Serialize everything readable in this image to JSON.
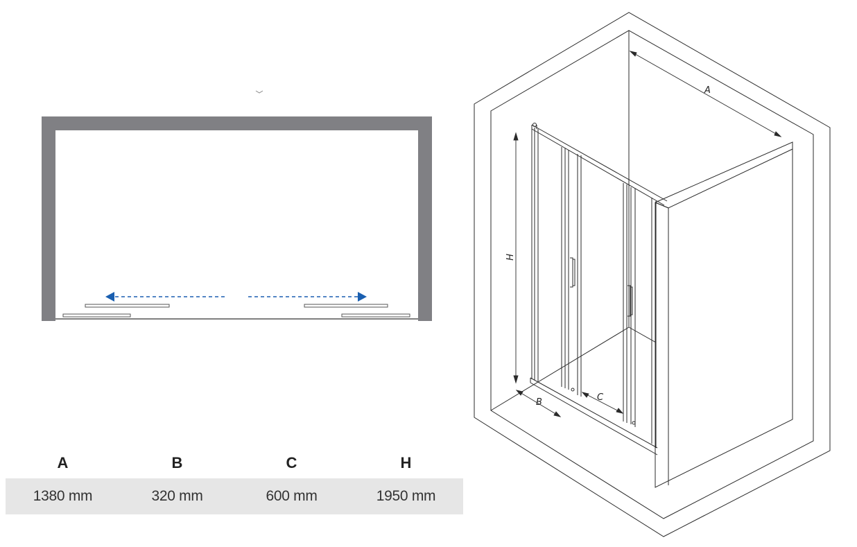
{
  "dimensions": {
    "headers": [
      "A",
      "B",
      "C",
      "H"
    ],
    "values": [
      "1380 mm",
      "320 mm",
      "600 mm",
      "1950 mm"
    ]
  },
  "iso_labels": {
    "a": "A",
    "b": "B",
    "c": "C",
    "h": "H"
  },
  "colors": {
    "wall": "#808084",
    "arrow": "#1a5fb0",
    "panel": "#9a9a9a",
    "line": "#2a2a2a"
  },
  "icons": [
    "sliding-left-arrow",
    "sliding-right-arrow"
  ]
}
